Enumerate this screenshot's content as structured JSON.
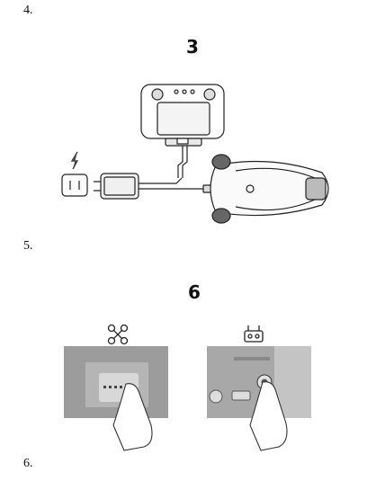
{
  "steps": {
    "step4_number": "4.",
    "step5_number": "5.",
    "step6_number": "6."
  },
  "figures": {
    "fig3_label": "3",
    "fig6_label": "6"
  },
  "icons": {
    "power": "lightning-icon",
    "outlet": "power-outlet-icon",
    "aircraft": "drone-icon",
    "controller": "remote-controller-icon"
  }
}
